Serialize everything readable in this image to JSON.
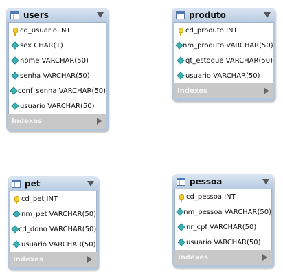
{
  "tables": [
    {
      "name": "users",
      "columns": [
        {
          "label": "cd_usuario INT",
          "icon": "primary-key-icon"
        },
        {
          "label": "sex CHAR(1)",
          "icon": "column-icon"
        },
        {
          "label": "nome VARCHAR(50)",
          "icon": "column-icon"
        },
        {
          "label": "senha VARCHAR(50)",
          "icon": "column-icon"
        },
        {
          "label": "conf_senha VARCHAR(50)",
          "icon": "column-icon"
        },
        {
          "label": "usuario VARCHAR(50)",
          "icon": "column-icon"
        }
      ],
      "indexes_label": "Indexes"
    },
    {
      "name": "produto",
      "columns": [
        {
          "label": "cd_produto INT",
          "icon": "primary-key-icon"
        },
        {
          "label": "nm_produto VARCHAR(50)",
          "icon": "column-icon"
        },
        {
          "label": "qt_estoque VARCHAR(50)",
          "icon": "column-icon"
        },
        {
          "label": "usuario VARCHAR(50)",
          "icon": "column-icon"
        }
      ],
      "indexes_label": "Indexes"
    },
    {
      "name": "pet",
      "columns": [
        {
          "label": "cd_pet INT",
          "icon": "primary-key-icon"
        },
        {
          "label": "nm_pet VARCHAR(50)",
          "icon": "column-icon"
        },
        {
          "label": "cd_dono VARCHAR(50)",
          "icon": "column-icon"
        },
        {
          "label": "usuario VARCHAR(50)",
          "icon": "column-icon"
        }
      ],
      "indexes_label": "Indexes"
    },
    {
      "name": "pessoa",
      "columns": [
        {
          "label": "cd_pessoa INT",
          "icon": "primary-key-icon"
        },
        {
          "label": "nm_pessoa VARCHAR(50)",
          "icon": "column-icon"
        },
        {
          "label": "nr_cpf VARCHAR(50)",
          "icon": "column-icon"
        },
        {
          "label": "usuario VARCHAR(50)",
          "icon": "column-icon"
        }
      ],
      "indexes_label": "Indexes"
    }
  ]
}
